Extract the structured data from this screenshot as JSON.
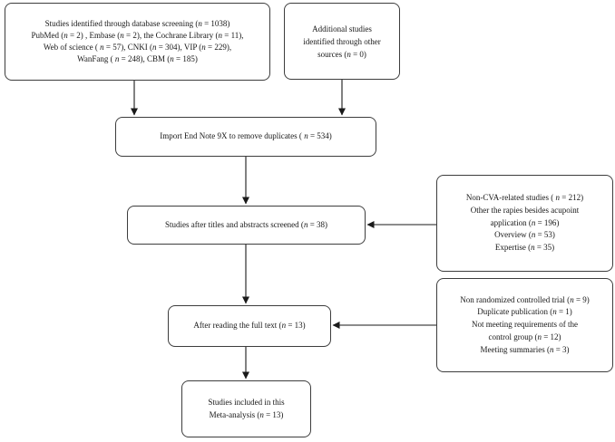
{
  "figure": {
    "kind": "study-selection-flow-diagram",
    "background_color": "#ffffff",
    "box_border_color": "#3d3d3d",
    "arrow_color": "#1a1a1a"
  },
  "boxes": {
    "database": {
      "lines": [
        "Studies identified through database screening (n = 1038)",
        "PubMed (n = 2) , Embase (n = 2), the Cochrane Library (n = 11),",
        "Web of science ( n = 57), CNKI (n = 304), VIP (n = 229),",
        "WanFang ( n = 248), CBM (n = 185)"
      ]
    },
    "additional": {
      "lines": [
        "Additional studies",
        "identified through other",
        "sources (n = 0)"
      ]
    },
    "duplicates": {
      "lines": [
        "Import End Note 9X to remove duplicates ( n = 534)"
      ]
    },
    "titles_screened": {
      "lines": [
        "Studies after titles and abstracts screened (n = 38)"
      ]
    },
    "full_text": {
      "lines": [
        "After reading the full text (n = 13)"
      ]
    },
    "included": {
      "lines": [
        "Studies included in this",
        "Meta-analysis (n = 13)"
      ]
    },
    "excluded_screening": {
      "lines": [
        "Non-CVA-related studies ( n = 212)",
        "Other the rapies besides acupoint",
        "application (n = 196)",
        "Overview (n = 53)",
        "Expertise (n = 35)"
      ]
    },
    "excluded_full_text": {
      "lines": [
        "Non randomized controlled trial (n = 9)",
        "Duplicate publication (n = 1)",
        "Not meeting requirements of the",
        "control group (n = 12)",
        "Meeting summaries (n = 3)"
      ]
    }
  }
}
